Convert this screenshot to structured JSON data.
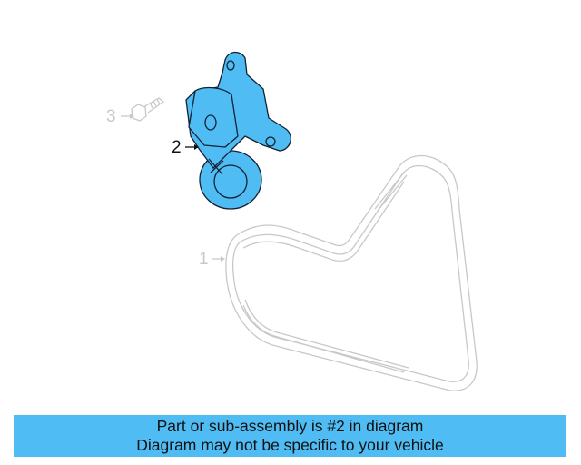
{
  "diagram": {
    "callouts": [
      {
        "number": "1",
        "part": "belt",
        "highlighted": false
      },
      {
        "number": "2",
        "part": "belt-tensioner",
        "highlighted": true
      },
      {
        "number": "3",
        "part": "bolt",
        "highlighted": false
      }
    ],
    "colors": {
      "highlight": "#4fbcf4",
      "dim_line": "#c8c8c8",
      "active_line": "#111111"
    }
  },
  "banner": {
    "line1": "Part or sub-assembly is #2 in diagram",
    "line2": "Diagram may not be specific to your vehicle"
  }
}
